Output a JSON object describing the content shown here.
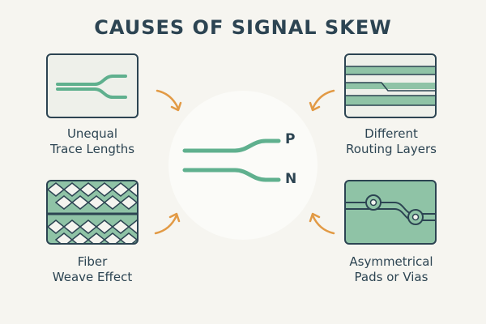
{
  "title": "CAUSES OF SIGNAL SKEW",
  "causes": [
    {
      "label_line1": "Unequal",
      "label_line2": "Trace Lengths"
    },
    {
      "label_line1": "Different",
      "label_line2": "Routing Layers"
    },
    {
      "label_line1": "Fiber",
      "label_line2": "Weave Effect"
    },
    {
      "label_line1": "Asymmetrical",
      "label_line2": "Pads or Vias"
    }
  ],
  "center": {
    "positive_label": "P",
    "negative_label": "N"
  },
  "colors": {
    "trace": "#5fb08e",
    "arrow": "#e29a45",
    "ink": "#2c4452",
    "board": "#8fc3a6"
  }
}
